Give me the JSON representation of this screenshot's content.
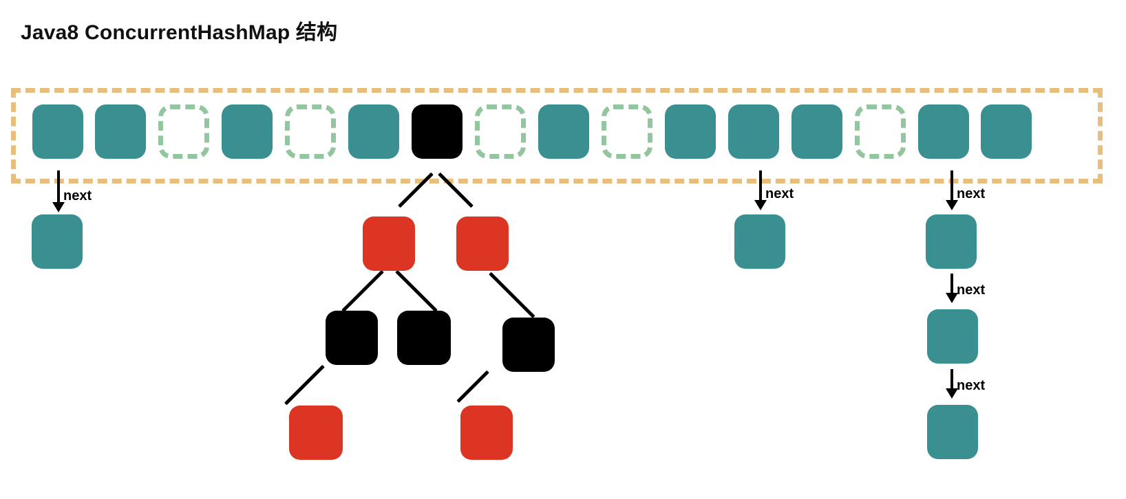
{
  "page": {
    "title": "Java8 ConcurrentHashMap 结构",
    "background": "#ffffff"
  },
  "colors": {
    "teal": "#3A8F90",
    "red": "#DC3523",
    "black": "#000000",
    "container_border": "#E8BE7E",
    "empty_cell_border": "#93C69F",
    "text": "#111111"
  },
  "array": {
    "label": "hash-table-array",
    "cell_count": 16,
    "cells": [
      {
        "index": 0,
        "state": "occupied",
        "color": "#3A8F90"
      },
      {
        "index": 1,
        "state": "occupied",
        "color": "#3A8F90"
      },
      {
        "index": 2,
        "state": "empty",
        "color": "#93C69F"
      },
      {
        "index": 3,
        "state": "occupied",
        "color": "#3A8F90"
      },
      {
        "index": 4,
        "state": "empty",
        "color": "#93C69F"
      },
      {
        "index": 5,
        "state": "occupied",
        "color": "#3A8F90"
      },
      {
        "index": 6,
        "state": "tree-root",
        "color": "#000000"
      },
      {
        "index": 7,
        "state": "empty",
        "color": "#93C69F"
      },
      {
        "index": 8,
        "state": "occupied",
        "color": "#3A8F90"
      },
      {
        "index": 9,
        "state": "empty",
        "color": "#93C69F"
      },
      {
        "index": 10,
        "state": "occupied",
        "color": "#3A8F90"
      },
      {
        "index": 11,
        "state": "occupied",
        "color": "#3A8F90"
      },
      {
        "index": 12,
        "state": "occupied",
        "color": "#3A8F90"
      },
      {
        "index": 13,
        "state": "empty",
        "color": "#93C69F"
      },
      {
        "index": 14,
        "state": "occupied",
        "color": "#3A8F90"
      },
      {
        "index": 15,
        "state": "occupied",
        "color": "#3A8F90"
      }
    ]
  },
  "labels": {
    "next": "next"
  },
  "linked_lists": [
    {
      "name": "bucket-0-chain",
      "from_cell_index": 0,
      "nodes": [
        {
          "color": "#3A8F90"
        }
      ],
      "arrows": [
        {
          "label": "next"
        }
      ]
    },
    {
      "name": "bucket-11-chain",
      "from_cell_index": 11,
      "nodes": [
        {
          "color": "#3A8F90"
        }
      ],
      "arrows": [
        {
          "label": "next"
        }
      ]
    },
    {
      "name": "bucket-14-chain",
      "from_cell_index": 14,
      "nodes": [
        {
          "color": "#3A8F90"
        },
        {
          "color": "#3A8F90"
        },
        {
          "color": "#3A8F90"
        }
      ],
      "arrows": [
        {
          "label": "next"
        },
        {
          "label": "next"
        },
        {
          "label": "next"
        }
      ]
    }
  ],
  "red_black_tree": {
    "name": "bucket-6-red-black-tree",
    "root_cell_index": 6,
    "nodes": [
      {
        "id": "n1",
        "level": 1,
        "color": "#DC3523",
        "color_name": "red"
      },
      {
        "id": "n2",
        "level": 1,
        "color": "#DC3523",
        "color_name": "red"
      },
      {
        "id": "n3",
        "level": 2,
        "color": "#000000",
        "color_name": "black"
      },
      {
        "id": "n4",
        "level": 2,
        "color": "#000000",
        "color_name": "black"
      },
      {
        "id": "n5",
        "level": 2,
        "color": "#000000",
        "color_name": "black"
      },
      {
        "id": "n6",
        "level": 3,
        "color": "#DC3523",
        "color_name": "red"
      },
      {
        "id": "n7",
        "level": 3,
        "color": "#DC3523",
        "color_name": "red"
      }
    ],
    "edges": [
      {
        "from": "root",
        "to": "n1"
      },
      {
        "from": "root",
        "to": "n2"
      },
      {
        "from": "n1",
        "to": "n3"
      },
      {
        "from": "n1",
        "to": "n4"
      },
      {
        "from": "n2",
        "to": "n5"
      },
      {
        "from": "n3",
        "to": "n6"
      },
      {
        "from": "n5",
        "to": "n7"
      }
    ]
  }
}
